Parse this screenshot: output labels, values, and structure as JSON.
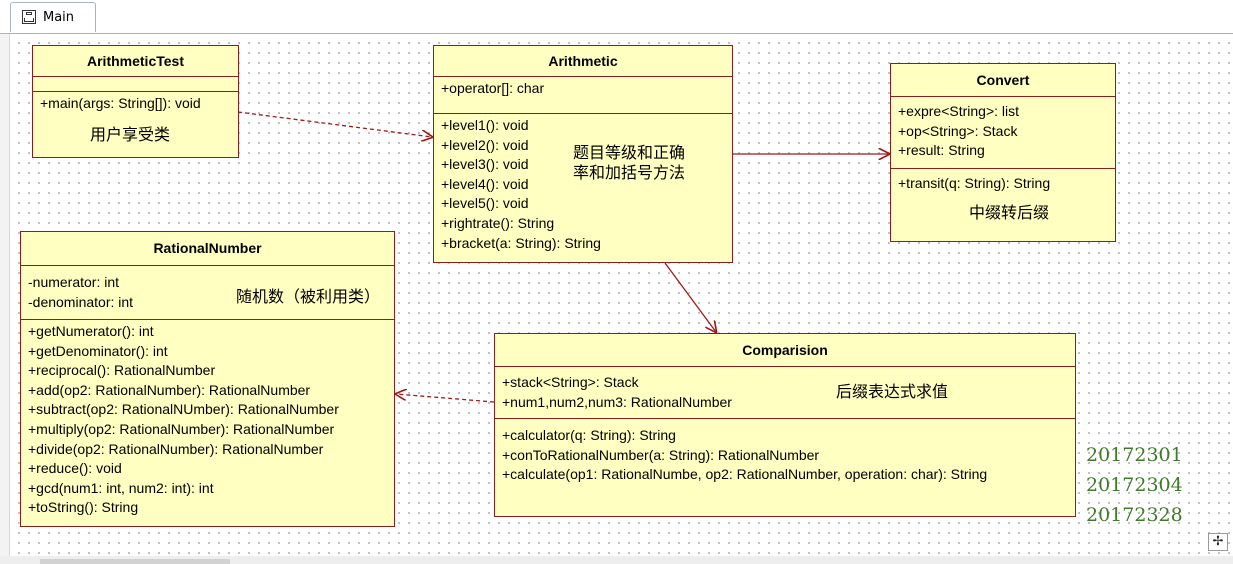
{
  "tab": {
    "label": "Main"
  },
  "classes": {
    "arithmetictest": {
      "name": "ArithmeticTest",
      "attributes": [],
      "operations": [
        "+main(args: String[]): void"
      ],
      "note": "用户享受类"
    },
    "arithmetic": {
      "name": "Arithmetic",
      "attributes": [
        "+operator[]: char"
      ],
      "operations": [
        "+level1(): void",
        "+level2(): void",
        "+level3(): void",
        "+level4(): void",
        "+level5(): void",
        "+rightrate(): String",
        "+bracket(a: String): String"
      ],
      "note_line1": "题目等级和正确",
      "note_line2": "率和加括号方法"
    },
    "convert": {
      "name": "Convert",
      "attributes": [
        "+expre<String>: list",
        "+op<String>: Stack",
        "+result: String"
      ],
      "operations": [
        "+transit(q: String): String"
      ],
      "note": "中缀转后缀"
    },
    "rationalnumber": {
      "name": "RationalNumber",
      "attributes": [
        "-numerator: int",
        "-denominator: int"
      ],
      "operations": [
        "+getNumerator(): int",
        "+getDenominator(): int",
        "+reciprocal(): RationalNumber",
        "+add(op2: RationalNumber): RationalNumber",
        "+subtract(op2: RationalNUmber): RationalNumber",
        "+multiply(op2: RationalNumber): RationalNumber",
        "+divide(op2: RationalNumber): RationalNumber",
        "+reduce(): void",
        "+gcd(num1: int, num2: int): int",
        "+toString(): String"
      ],
      "note": "随机数（被利用类）"
    },
    "comparision": {
      "name": "Comparision",
      "attributes": [
        "+stack<String>: Stack",
        "+num1,num2,num3: RationalNumber"
      ],
      "operations": [
        "+calculator(q: String): String",
        "+conToRationalNumber(a: String): RationalNumber",
        "+calculate(op1: RationalNumbe, op2: RationalNumber, operation: char): String"
      ],
      "note": "后缀表达式求值"
    }
  },
  "student_ids": [
    "20172301",
    "20172304",
    "20172328"
  ],
  "nav_button": "✢",
  "colors": {
    "class_fill": "#ffffc2",
    "class_border": "#8b1e1e",
    "edge": "#a01818",
    "ids": "#3f7a2a"
  }
}
